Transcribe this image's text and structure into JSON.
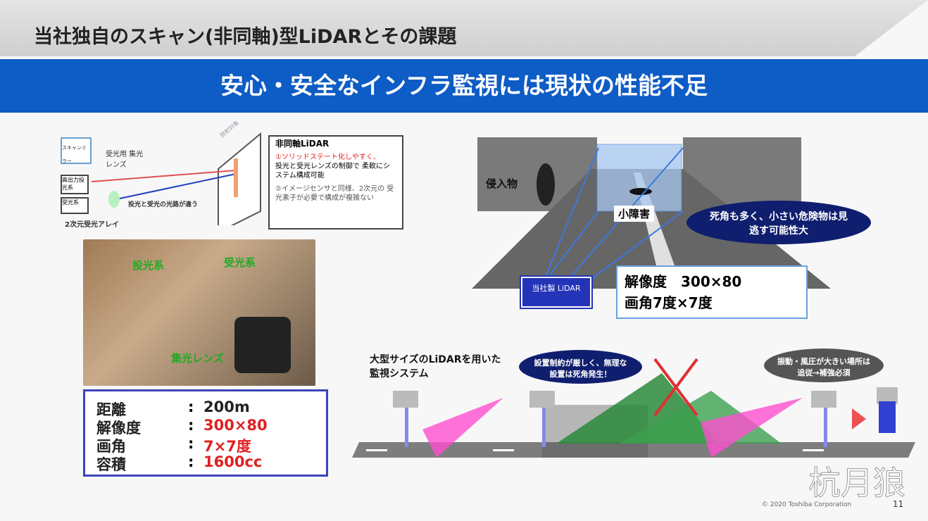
{
  "header": {
    "title": "当社独自のスキャン(非同軸)型LiDARとその課題"
  },
  "banner": {
    "text": "安心・安全なインフラ監視には現状の性能不足"
  },
  "diagram": {
    "scan_label": "スキャンミラー",
    "emitter_label": "高出力投光系",
    "receiver_label": "受光系",
    "lens_label": "受光用 集光レンズ",
    "array_label": "2次元受光アレイ",
    "path_label": "投光と受光の光路が違う",
    "target_label": "照射対象",
    "box_title": "非同軸LiDAR",
    "point1_red": "①ソリッドステート化しやすく、",
    "point1_rest": "投光と受光レンズの制御で 柔軟にシステム構成可能",
    "point2": "②イメージセンサと同様、2次元の 受光素子が必要で構成が複雑ない"
  },
  "photo": {
    "emitter": "投光系",
    "receiver": "受光系",
    "lens": "集光レンズ"
  },
  "specs": [
    {
      "key": "距離",
      "value": "200m",
      "highlight": false
    },
    {
      "key": "解像度",
      "value": "300×80",
      "highlight": true
    },
    {
      "key": "画角",
      "value": "7×7度",
      "highlight": true
    },
    {
      "key": "容積",
      "value": "1600cc",
      "highlight": true
    }
  ],
  "scene": {
    "intruder": "侵入物",
    "obstacle": "小障害",
    "device": "当社製 LiDAR",
    "bubble": "死角も多く、小さい危険物は見逃す可能性大",
    "resolution": "解像度　300×80",
    "fov": "画角7度×7度"
  },
  "system": {
    "caption": "大型サイズのLiDARを用いた監視システム",
    "bubble1": "設置制約が厳しく、無理な設置は死角発生！",
    "bubble2": "振動・風圧が大きい場所は追従→補強必須"
  },
  "footer": {
    "copyright": "© 2020 Toshiba Corporation",
    "page": "11"
  },
  "watermark": "杭月狼"
}
